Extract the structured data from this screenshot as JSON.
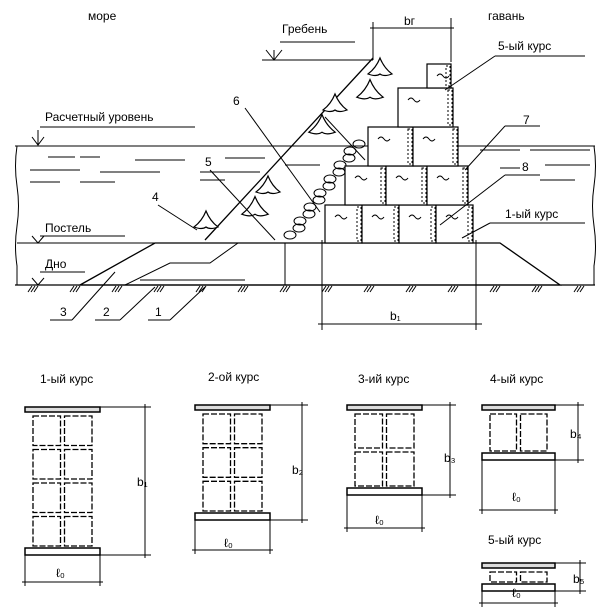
{
  "labels": {
    "sea": "море",
    "harbor": "гавань",
    "crest": "Гребень",
    "design_level": "Расчетный уровень",
    "bed": "Постель",
    "bottom": "Дно",
    "course5": "5-ый курс",
    "course1": "1-ый курс"
  },
  "callouts": [
    "1",
    "2",
    "3",
    "4",
    "5",
    "6",
    "7",
    "8"
  ],
  "dims": {
    "b_crest": "bг",
    "b1": "b₁",
    "b2": "b₂",
    "b3": "b₃",
    "b4": "b₄",
    "b5": "b₅",
    "l0": "ℓ₀"
  },
  "sections": [
    {
      "title": "1-ый курс"
    },
    {
      "title": "2-ой курс"
    },
    {
      "title": "3-ий курс"
    },
    {
      "title": "4-ый курс"
    },
    {
      "title": "5-ый курс"
    }
  ]
}
